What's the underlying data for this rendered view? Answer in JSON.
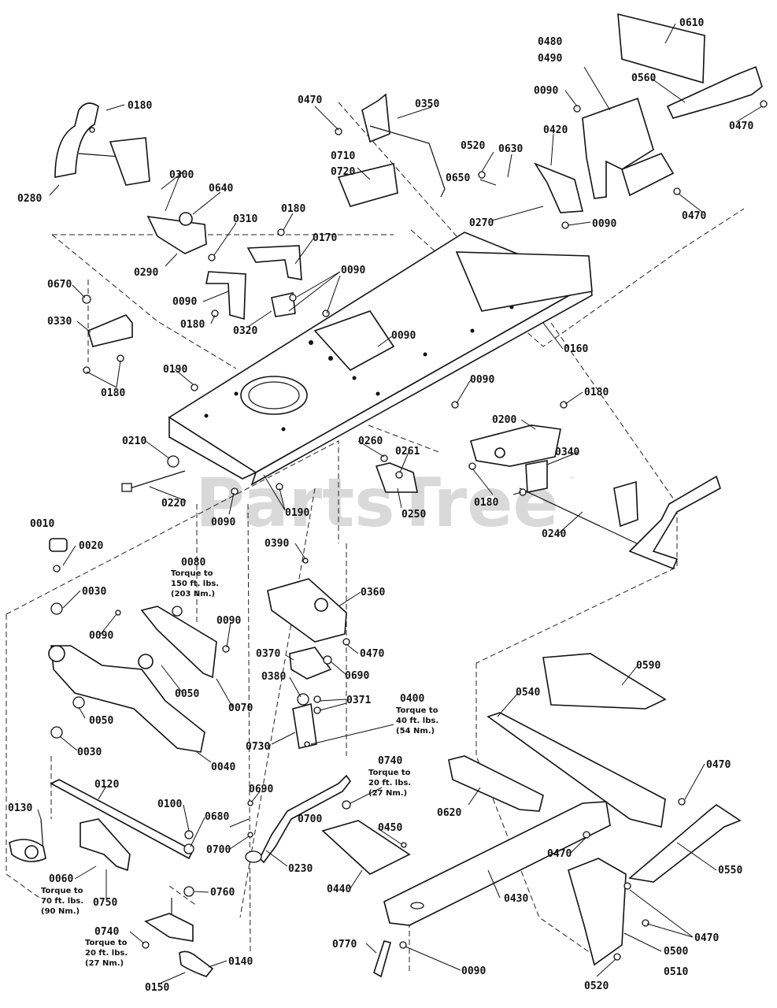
{
  "diagram": {
    "watermark": "PartsTree",
    "watermark_mark": "™",
    "torque_notes": {
      "n0080": [
        "Torque to",
        "150 ft. lbs.",
        "(203 Nm.)"
      ],
      "n0400": [
        "Torque to",
        "40 ft. lbs.",
        "(54 Nm.)"
      ],
      "n0740a": [
        "Torque to",
        "20 ft. lbs.",
        "(27 Nm.)"
      ],
      "n0060": [
        "Torque to",
        "70 ft. lbs.",
        "(90 Nm.)"
      ],
      "n0740b": [
        "Torque to",
        "20 ft. lbs.",
        "(27 Nm.)"
      ]
    },
    "labels": {
      "l0610": "0610",
      "l0480": "0480",
      "l0490": "0490",
      "l0560": "0560",
      "l0090a": "0090",
      "l0470a": "0470",
      "l0180a": "0180",
      "l0470b": "0470",
      "l0350": "0350",
      "l0420": "0420",
      "l0520a": "0520",
      "l0630": "0630",
      "l0710": "0710",
      "l0720": "0720",
      "l0650": "0650",
      "l0470c": "0470",
      "l0280": "0280",
      "l0300": "0300",
      "l0640": "0640",
      "l0270": "0270",
      "l0090b": "0090",
      "l0180b": "0180",
      "l0310": "0310",
      "l0170": "0170",
      "l0290": "0290",
      "l0090c": "0090",
      "l0670": "0670",
      "l0090d": "0090",
      "l0180c": "0180",
      "l0320": "0320",
      "l0330": "0330",
      "l0090e": "0090",
      "l0160": "0160",
      "l0180d": "0180",
      "l0190a": "0190",
      "l0090f": "0090",
      "l0180e": "0180",
      "l0200": "0200",
      "l0210": "0210",
      "l0260": "0260",
      "l0261": "0261",
      "l0340": "0340",
      "l0220": "0220",
      "l0190b": "0190",
      "l0250": "0250",
      "l0180f": "0180",
      "l0090g": "0090",
      "l0240": "0240",
      "l0010": "0010",
      "l0020": "0020",
      "l0390": "0390",
      "l0080": "0080",
      "l0360": "0360",
      "l0030a": "0030",
      "l0090h": "0090",
      "l0090i": "0090",
      "l0470d": "0470",
      "l0370": "0370",
      "l0690a": "0690",
      "l0050a": "0050",
      "l0070": "0070",
      "l0380": "0380",
      "l0371": "0371",
      "l0400": "0400",
      "l0590": "0590",
      "l0540": "0540",
      "l0050b": "0050",
      "l0730": "0730",
      "l0030b": "0030",
      "l0040": "0040",
      "l0740a": "0740",
      "l0470e": "0470",
      "l0120": "0120",
      "l0690b": "0690",
      "l0620": "0620",
      "l0130": "0130",
      "l0100": "0100",
      "l0680": "0680",
      "l0700a": "0700",
      "l0700b": "0700",
      "l0450": "0450",
      "l0470f": "0470",
      "l0230": "0230",
      "l0060": "0060",
      "l0750": "0750",
      "l0760": "0760",
      "l0440": "0440",
      "l0430": "0430",
      "l0550": "0550",
      "l0740b": "0740",
      "l0470g": "0470",
      "l0140": "0140",
      "l0770": "0770",
      "l0500": "0500",
      "l0510": "0510",
      "l0090j": "0090",
      "l0150": "0150",
      "l0520b": "0520"
    }
  }
}
